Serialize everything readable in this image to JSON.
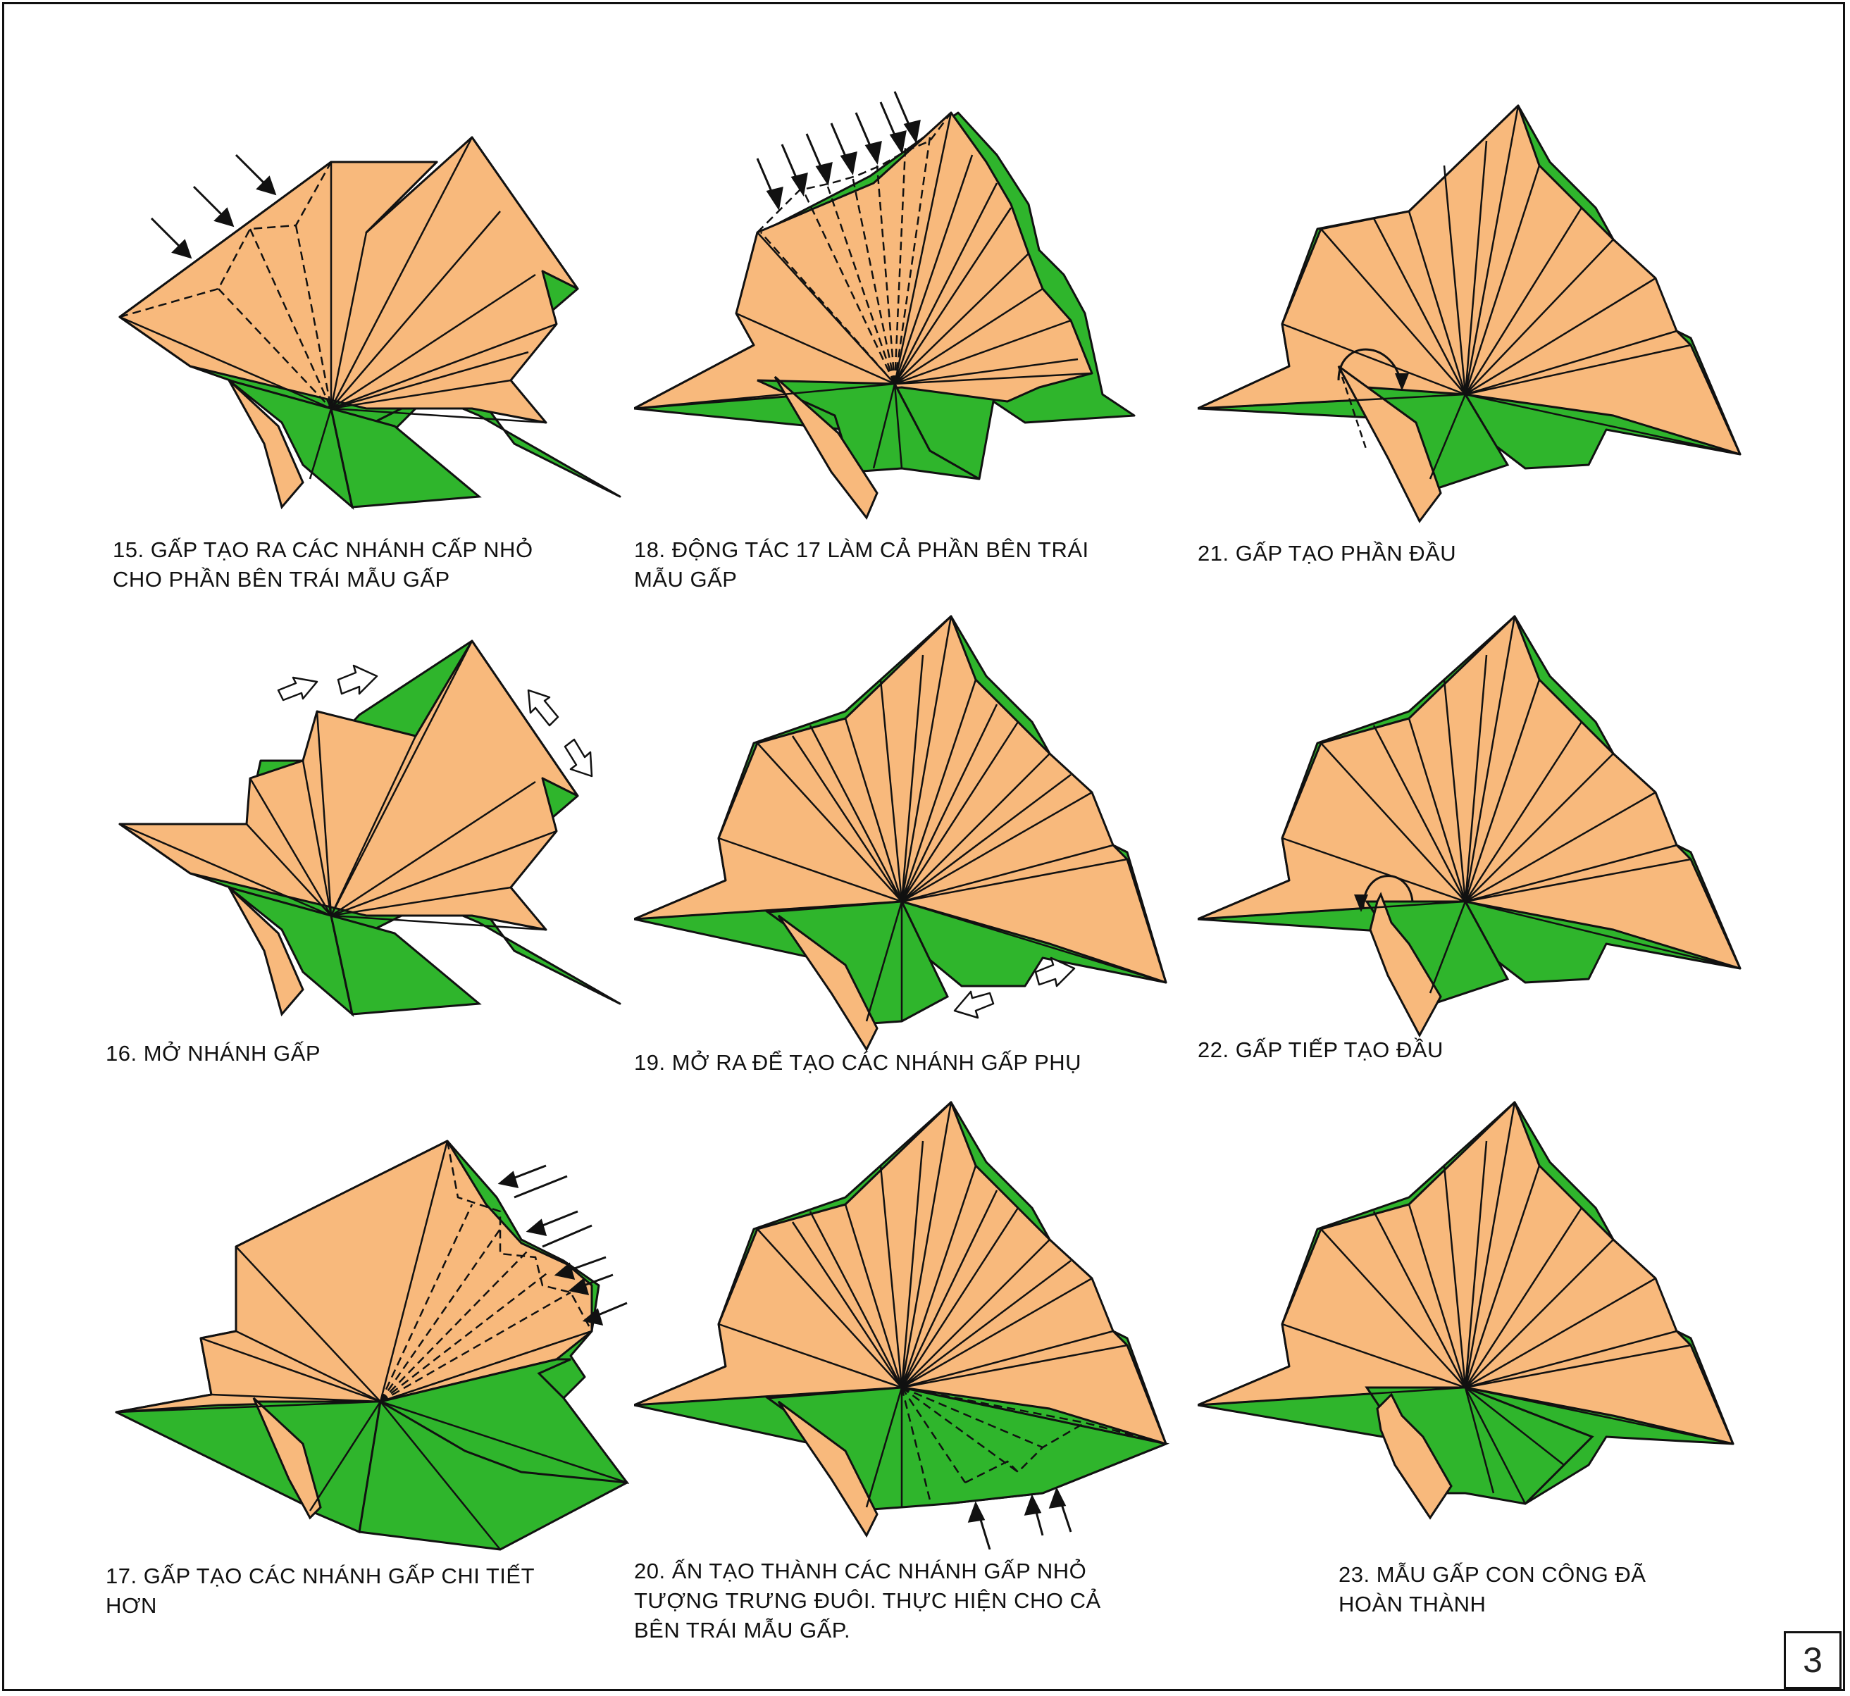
{
  "colors": {
    "paper": "#f8b97c",
    "green": "#2fb52c",
    "line": "#111111"
  },
  "steps": [
    {
      "id": 15,
      "caption": "15. GẤP TẠO RA CÁC NHÁNH CẤP NHỎ\nCHO PHẦN BÊN TRÁI MẪU GẤP"
    },
    {
      "id": 18,
      "caption": "18. ĐỘNG TÁC 17 LÀM CẢ PHẦN BÊN TRÁI\nMẪU GẤP"
    },
    {
      "id": 21,
      "caption": "21. GẤP TẠO PHẦN ĐẦU"
    },
    {
      "id": 16,
      "caption": "16. MỞ NHÁNH GẤP"
    },
    {
      "id": 19,
      "caption": "19. MỞ RA ĐỂ TẠO CÁC NHÁNH GẤP PHỤ"
    },
    {
      "id": 22,
      "caption": "22. GẤP TIẾP TẠO ĐẦU"
    },
    {
      "id": 17,
      "caption": "17. GẤP TẠO CÁC NHÁNH GẤP CHI TIẾT\nHƠN"
    },
    {
      "id": 20,
      "caption": "20. ẤN TẠO THÀNH CÁC NHÁNH GẤP NHỎ\nTƯỢNG TRƯNG ĐUÔI. THỰC HIỆN CHO CẢ\nBÊN TRÁI MẪU GẤP."
    },
    {
      "id": 23,
      "caption": "23. MẪU GẤP CON CÔNG ĐÃ\nHOÀN THÀNH"
    }
  ],
  "page_number": "3"
}
